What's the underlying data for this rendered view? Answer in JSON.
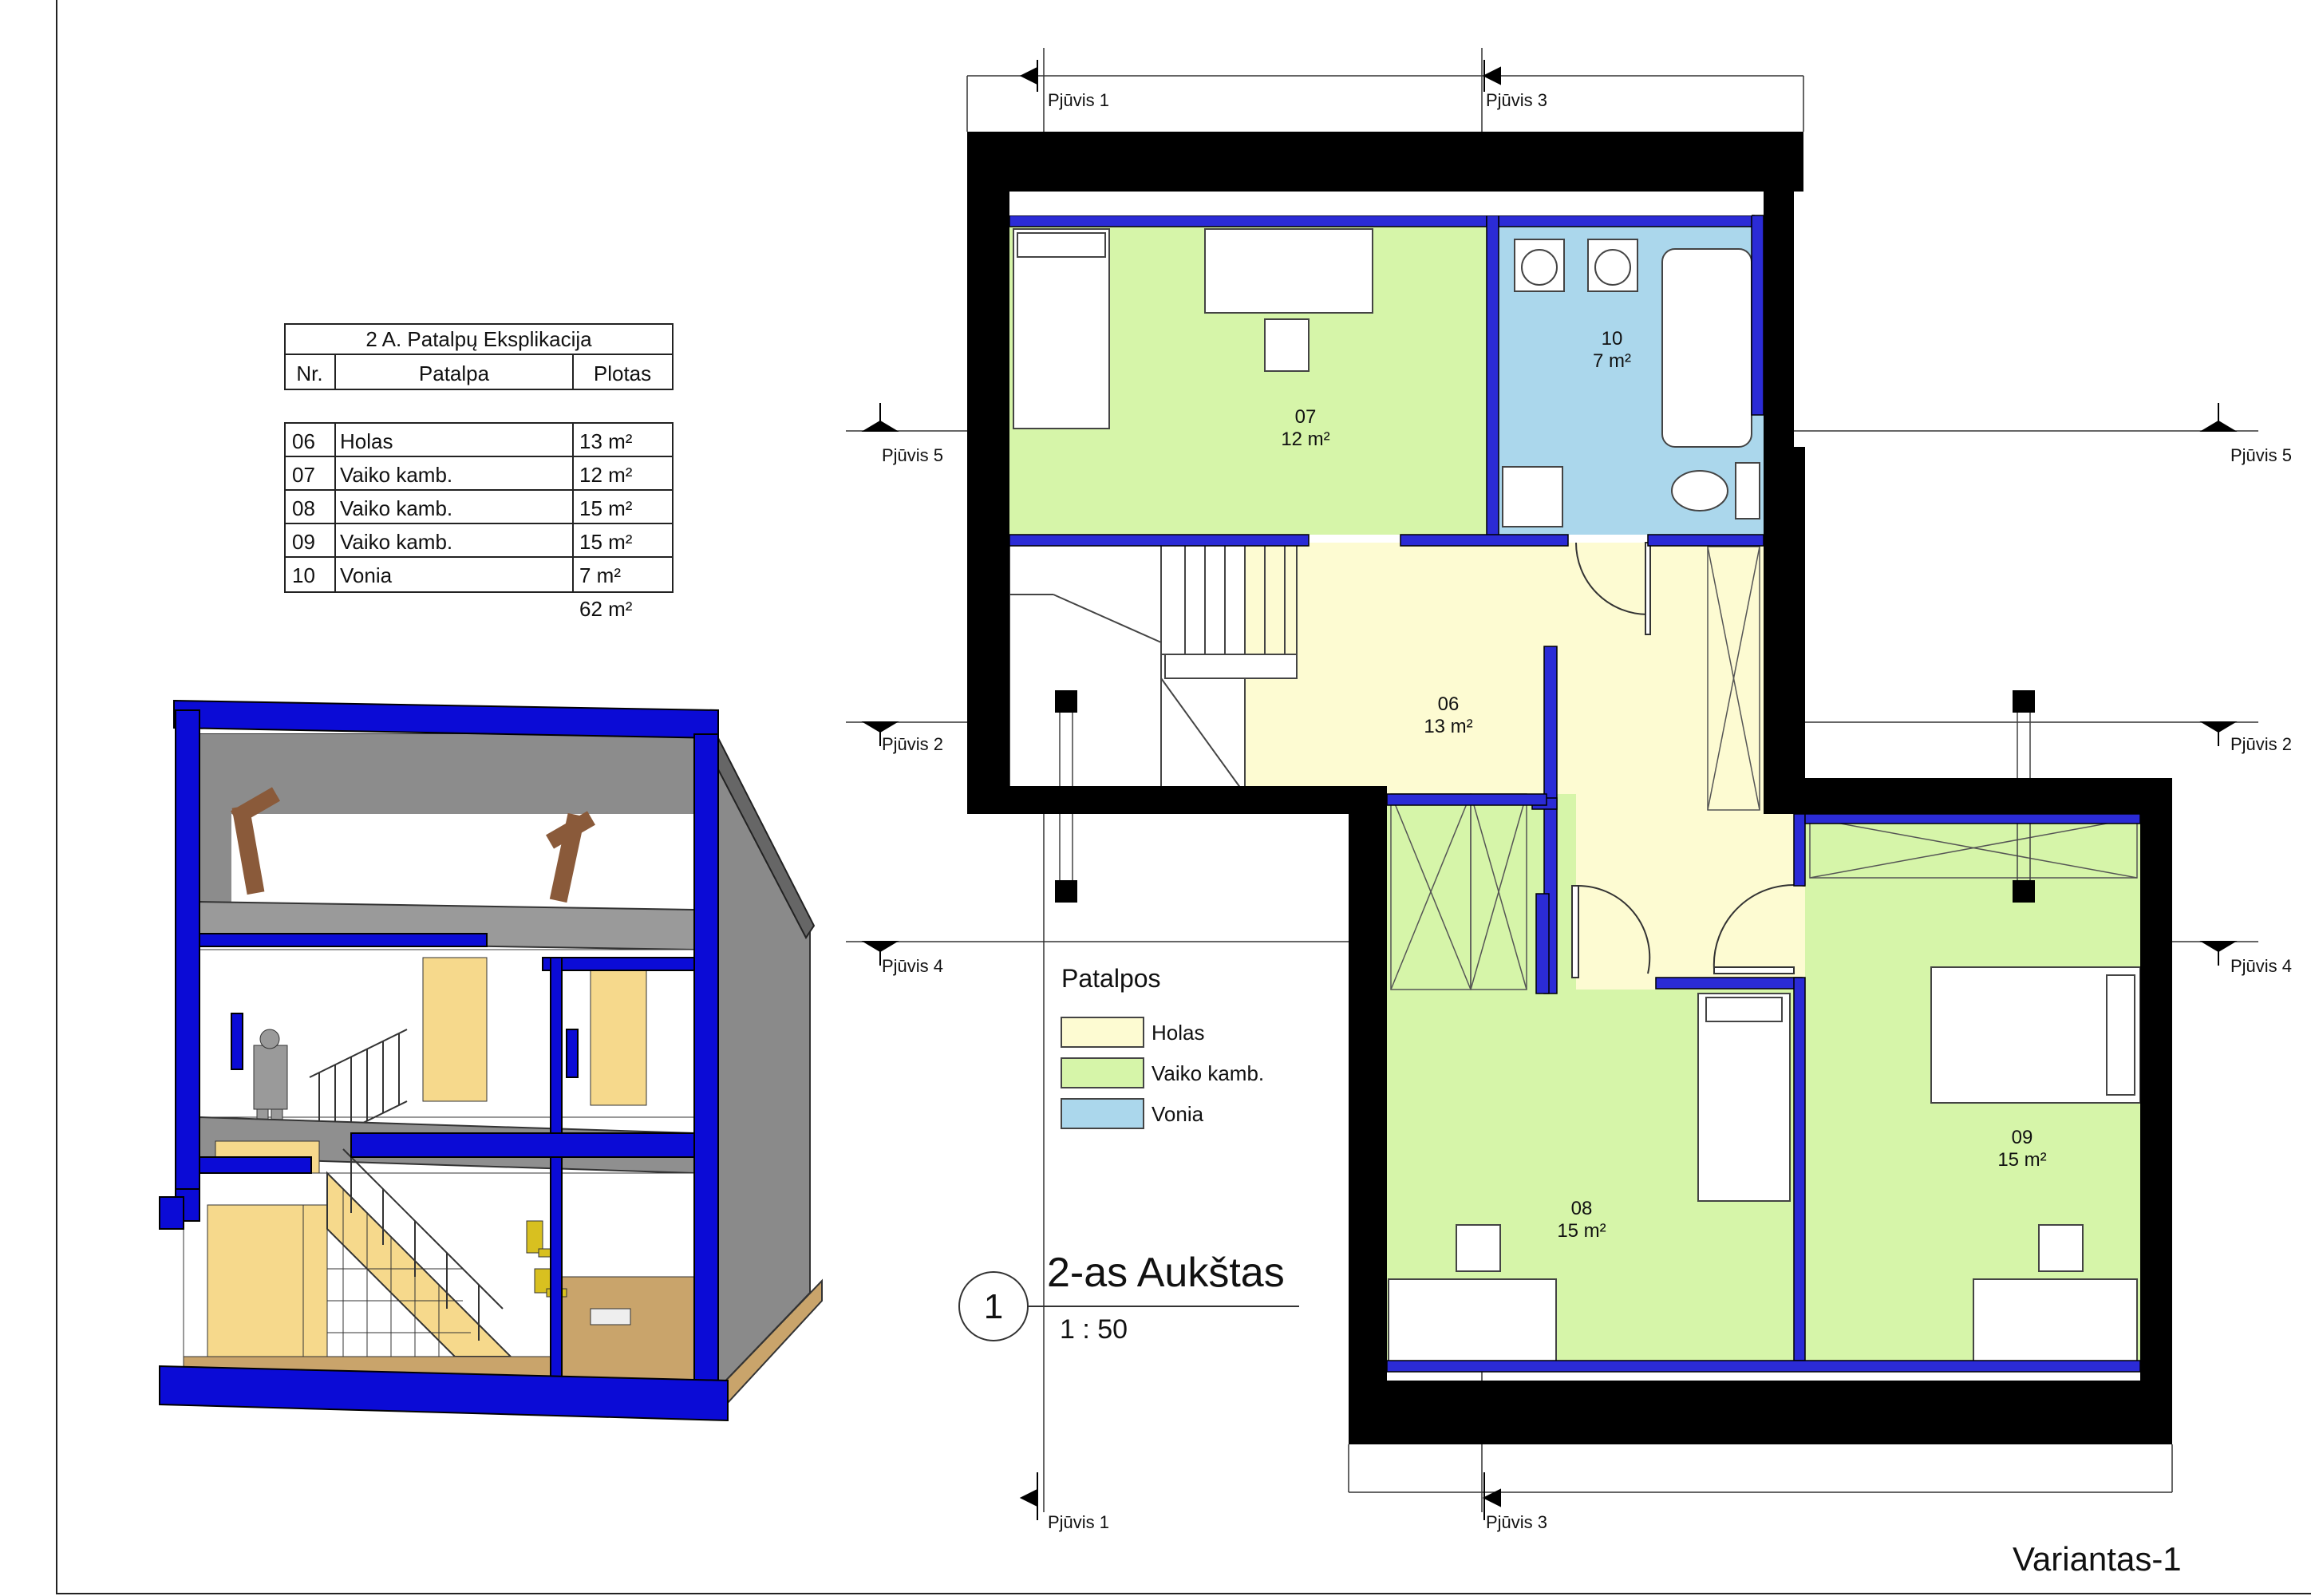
{
  "schedule": {
    "title": "2 A. Patalpų Eksplikacija",
    "headers": [
      "Nr.",
      "Patalpa",
      "Plotas"
    ],
    "rows": [
      {
        "nr": "06",
        "name": "Holas",
        "area": "13 m²"
      },
      {
        "nr": "07",
        "name": "Vaiko kamb.",
        "area": "12 m²"
      },
      {
        "nr": "08",
        "name": "Vaiko kamb.",
        "area": "15 m²"
      },
      {
        "nr": "09",
        "name": "Vaiko kamb.",
        "area": "15 m²"
      },
      {
        "nr": "10",
        "name": "Vonia",
        "area": "7 m²"
      }
    ],
    "total": "62 m²"
  },
  "rooms": [
    {
      "id": "r07",
      "number": "07",
      "area": "12 m²"
    },
    {
      "id": "r10",
      "number": "10",
      "area": "7 m²"
    },
    {
      "id": "r06",
      "number": "06",
      "area": "13 m²"
    },
    {
      "id": "r08",
      "number": "08",
      "area": "15 m²"
    },
    {
      "id": "r09",
      "number": "09",
      "area": "15 m²"
    }
  ],
  "sections": {
    "s1": "Pjūvis 1",
    "s2": "Pjūvis 2",
    "s3": "Pjūvis 3",
    "s4": "Pjūvis 4",
    "s5": "Pjūvis 5"
  },
  "legend": {
    "title": "Patalpos",
    "items": [
      {
        "label": "Holas",
        "color": "#fdfbd2"
      },
      {
        "label": "Vaiko kamb.",
        "color": "#d6f5a9"
      },
      {
        "label": "Vonia",
        "color": "#abd7ec"
      }
    ]
  },
  "view": {
    "number": "1",
    "title": "2-as Aukštas",
    "scale": "1 : 50"
  },
  "variant": "Variantas-1",
  "colors": {
    "wall": "#000000",
    "partition": "#2b2bd6",
    "hall": "#fdfbd2",
    "kids": "#d6f5a9",
    "bath": "#abd7ec",
    "wood": "#f6d98c"
  }
}
